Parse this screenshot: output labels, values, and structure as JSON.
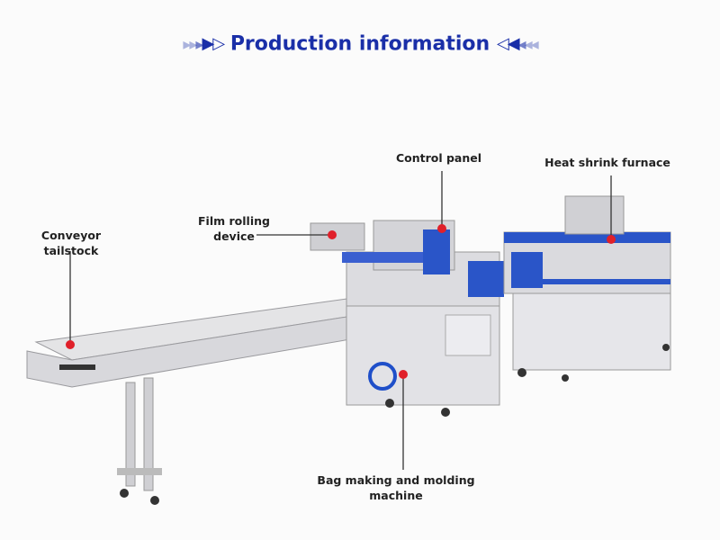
{
  "header": {
    "title": "Production information"
  },
  "labels": {
    "conveyor": "Conveyor tailstock",
    "film_line1": "Film rolling",
    "film_line2": "device",
    "control": "Control panel",
    "furnace": "Heat shrink furnace",
    "bag_line1": "Bag making and molding",
    "bag_line2": "machine"
  },
  "colors": {
    "title": "#1a2fa8",
    "marker": "#e0202a",
    "accent_blue": "#1f4fc9"
  }
}
